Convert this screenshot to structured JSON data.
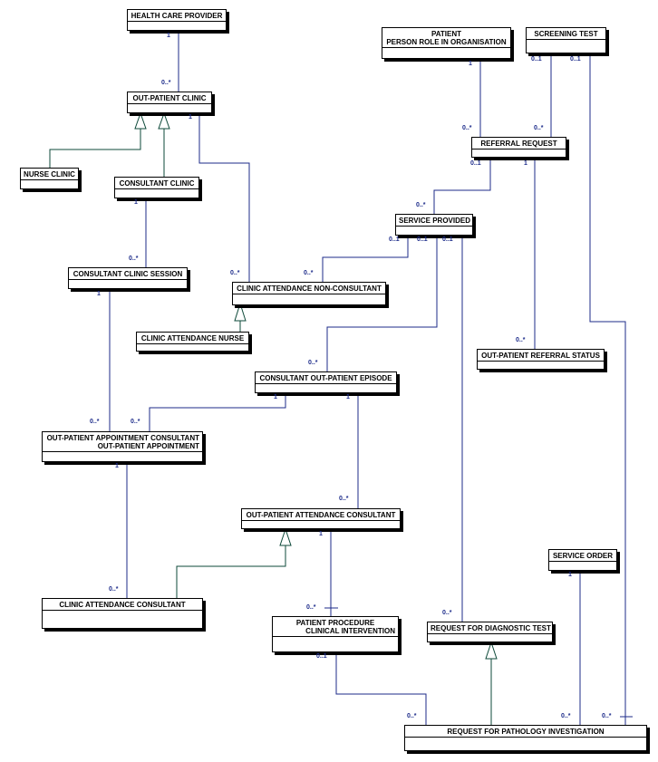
{
  "entities": {
    "health_care_provider": "HEALTH CARE PROVIDER",
    "patient_line1": "PATIENT",
    "patient_line2": "PERSON ROLE IN ORGANISATION",
    "screening_test": "SCREENING TEST",
    "out_patient_clinic": "OUT-PATIENT CLINIC",
    "referral_request": "REFERRAL REQUEST",
    "nurse_clinic": "NURSE CLINIC",
    "consultant_clinic": "CONSULTANT CLINIC",
    "service_provided": "SERVICE PROVIDED",
    "consultant_clinic_session": "CONSULTANT CLINIC SESSION",
    "clinic_attendance_non_consultant": "CLINIC ATTENDANCE NON-CONSULTANT",
    "clinic_attendance_nurse": "CLINIC ATTENDANCE NURSE",
    "out_patient_referral_status": "OUT-PATIENT REFERRAL STATUS",
    "consultant_out_patient_episode": "CONSULTANT OUT-PATIENT EPISODE",
    "out_patient_appointment_line1": "OUT-PATIENT APPOINTMENT CONSULTANT",
    "out_patient_appointment_line2": "OUT-PATIENT APPOINTMENT",
    "out_patient_attendance_consultant": "OUT-PATIENT ATTENDANCE CONSULTANT",
    "service_order": "SERVICE ORDER",
    "clinic_attendance_consultant": "CLINIC ATTENDANCE CONSULTANT",
    "patient_procedure_line1": "PATIENT PROCEDURE",
    "patient_procedure_line2": "CLINICAL INTERVENTION",
    "request_for_diagnostic_test": "REQUEST FOR DIAGNOSTIC TEST",
    "request_for_pathology_investigation": "REQUEST FOR PATHOLOGY INVESTIGATION"
  },
  "multiplicities": {
    "hcp_one": "1",
    "opc_many": "0..*",
    "opc_one": "1",
    "patient_one": "1",
    "rr_from_patient": "0..*",
    "st_left": "0..1",
    "st_right": "0..1",
    "rr_from_st": "0..*",
    "rr_left": "0..1",
    "rr_right": "1",
    "sp_from_rr": "0..*",
    "sp_a": "0..1",
    "sp_b": "0..1",
    "sp_c": "0..1",
    "cc_one": "1",
    "ccs_many": "0..*",
    "can_from_opc": "0..*",
    "can_from_sp": "0..*",
    "ccs_one": "1",
    "oprs_many": "0..*",
    "cope_from_sp": "0..*",
    "cope_left": "1",
    "cope_right": "1",
    "opa_from_ccs": "0..*",
    "opa_from_cope": "0..*",
    "opa_one": "1",
    "opac_from_cope": "0..*",
    "opac_one": "1",
    "so_one": "1",
    "cac_many": "0..*",
    "pp_many": "0..*",
    "rdt_many": "0..*",
    "pp_one": "0..1",
    "rpi_from_pp": "0..*",
    "rpi_from_so": "0..*",
    "rpi_from_st": "0..*"
  }
}
